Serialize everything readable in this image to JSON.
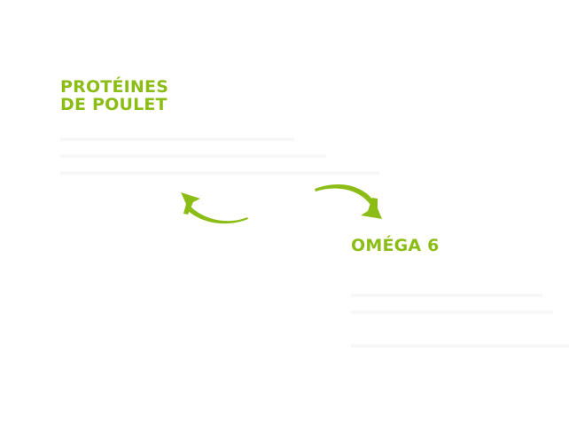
{
  "colors": {
    "accent": "#8cbd16",
    "background": "#ffffff",
    "faint_text": "#f6f6f6"
  },
  "left_block": {
    "title_line1": "PROTÉINES",
    "title_line2": "DE POULET"
  },
  "right_block": {
    "title": "OMÉGA 6"
  },
  "icons": {
    "left_arrow": "curved-arrow-up-left-icon",
    "right_arrow": "curved-arrow-down-right-icon"
  }
}
